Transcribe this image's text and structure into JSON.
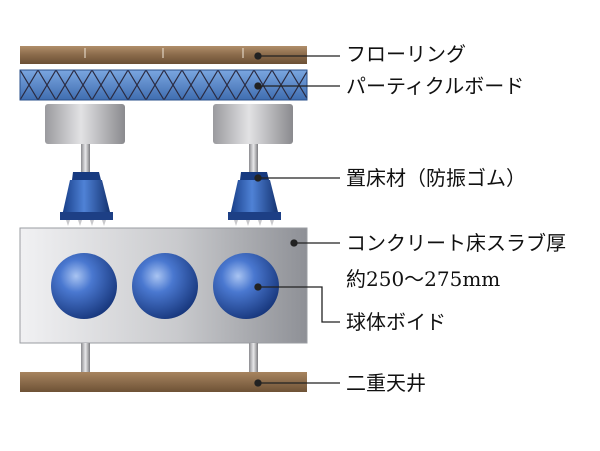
{
  "labels": {
    "flooring": "フローリング",
    "particle_board": "パーティクルボード",
    "support_rubber": "置床材（防振ゴム）",
    "concrete_slab": "コンクリート床スラブ厚",
    "slab_thickness": "約250〜275mm",
    "sphere_void": "球体ボイド",
    "double_ceiling": "二重天井"
  },
  "colors": {
    "wood": "#8a6a4a",
    "board": "#4a7fc0",
    "board_mesh": "#2a2a40",
    "slab_light": "#e8e8ea",
    "slab_dark": "#9c9ea4",
    "sphere": "#2e58b8",
    "foot_blue": "#1f4fa6",
    "leader": "#222222"
  }
}
